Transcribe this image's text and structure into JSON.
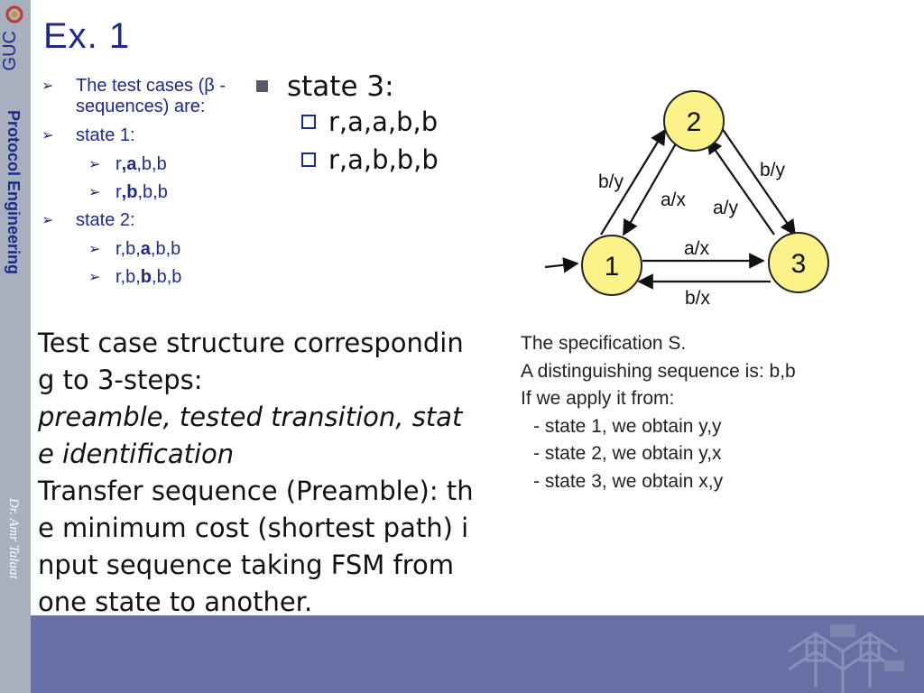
{
  "sidebar": {
    "vertical_title": "Protocol Engineering",
    "author": "Dr. Amr Talaat",
    "logo_text": "GUC"
  },
  "slide": {
    "title": "Ex. 1",
    "left_items": [
      {
        "level": 1,
        "parts": [
          {
            "text": "The test cases (β -sequences) are:",
            "bold": false
          }
        ]
      },
      {
        "level": 1,
        "parts": [
          {
            "text": "state 1:",
            "bold": false
          }
        ]
      },
      {
        "level": 2,
        "parts": [
          {
            "text": "r",
            "bold": false
          },
          {
            "text": ",a",
            "bold": true
          },
          {
            "text": ",b,b",
            "bold": false
          }
        ]
      },
      {
        "level": 2,
        "parts": [
          {
            "text": "r",
            "bold": false
          },
          {
            "text": ",b",
            "bold": true
          },
          {
            "text": ",b,b",
            "bold": false
          }
        ]
      },
      {
        "level": 1,
        "parts": [
          {
            "text": "state 2:",
            "bold": false
          }
        ]
      },
      {
        "level": 2,
        "parts": [
          {
            "text": "r,b,",
            "bold": false
          },
          {
            "text": "a",
            "bold": true
          },
          {
            "text": ",b,b",
            "bold": false
          }
        ]
      },
      {
        "level": 2,
        "parts": [
          {
            "text": "r,b,",
            "bold": false
          },
          {
            "text": "b",
            "bold": true
          },
          {
            "text": ",b,b",
            "bold": false
          }
        ]
      }
    ],
    "body": {
      "line1": "Test case structure corresponding to 3-steps:",
      "line2_italic": "preamble, tested transition, state identification",
      "line3": "Transfer sequence (Preamble): the minimum cost (shortest path) input sequence taking FSM from one state to another."
    },
    "right": {
      "heading": "state 3:",
      "items": [
        "r,a,a,b,b",
        "r,a,b,b,b"
      ]
    }
  },
  "diagram": {
    "states": [
      "1",
      "2",
      "3"
    ],
    "labels": {
      "t1_2": "b/y",
      "t2_1": "a/x",
      "t2_3": "b/y",
      "t3_2": "a/y",
      "t1_3": "a/x",
      "t3_1": "b/x"
    },
    "node_fill": "#fbf38a",
    "node_stroke": "#222222"
  },
  "spec": {
    "lines": [
      "The specification S.",
      "A distinguishing sequence is: b,b",
      "If we apply it from:",
      "- state 1, we obtain y,y",
      "- state 2, we obtain y,x",
      "- state 3, we obtain x,y"
    ]
  },
  "colors": {
    "title": "#1c2a8a",
    "sidebar": "#a8b0c0",
    "footer": "#6670a5"
  }
}
